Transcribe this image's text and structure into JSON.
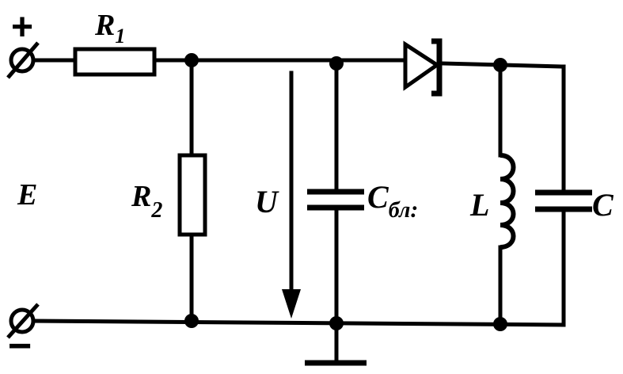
{
  "terminals": {
    "plus": "+",
    "minus": "−"
  },
  "labels": {
    "r1_main": "R",
    "r1_sub": "1",
    "r2_main": "R",
    "r2_sub": "2",
    "e": "E",
    "u": "U",
    "cbl_main": "C",
    "cbl_sub": "бл",
    "cbl_suffix": ":",
    "l": "L",
    "c": "C"
  }
}
